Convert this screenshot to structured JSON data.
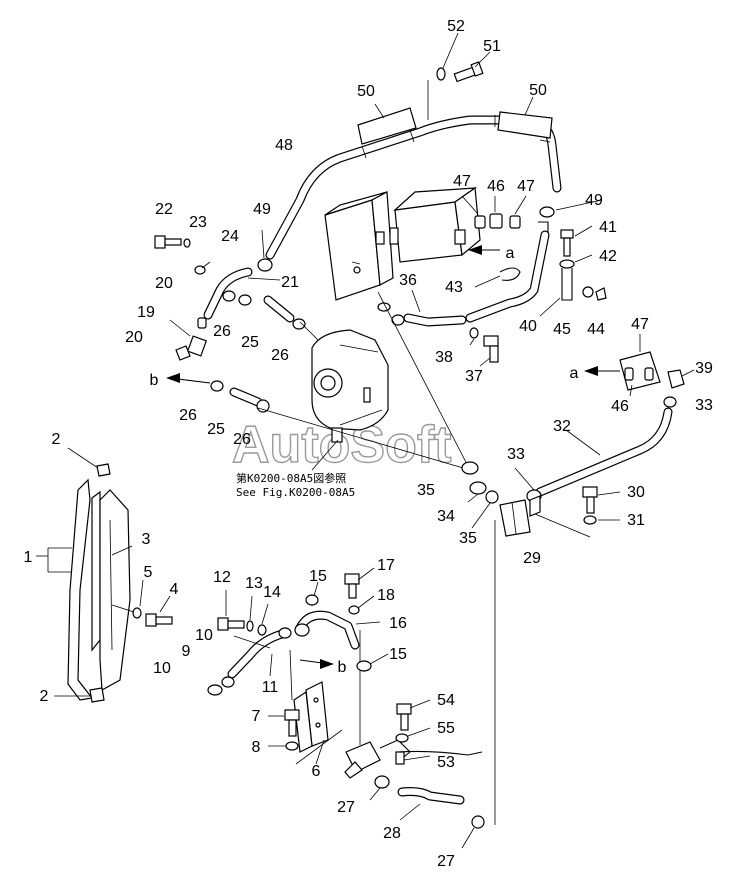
{
  "labels": [
    "1",
    "2",
    "2",
    "3",
    "4",
    "5",
    "6",
    "7",
    "8",
    "9",
    "10",
    "10",
    "11",
    "12",
    "13",
    "14",
    "15",
    "15",
    "16",
    "17",
    "18",
    "19",
    "20",
    "20",
    "21",
    "22",
    "23",
    "24",
    "25",
    "25",
    "26",
    "26",
    "26",
    "26",
    "27",
    "27",
    "28",
    "29",
    "30",
    "31",
    "32",
    "33",
    "33",
    "34",
    "35",
    "35",
    "36",
    "37",
    "38",
    "39",
    "40",
    "41",
    "42",
    "43",
    "44",
    "45",
    "46",
    "46",
    "47",
    "47",
    "47",
    "48",
    "49",
    "49",
    "50",
    "50",
    "51",
    "52",
    "53",
    "54",
    "55"
  ],
  "letters": {
    "a_top": "a",
    "a_right": "a",
    "b_left": "b",
    "b_mid": "b"
  },
  "reference_note": {
    "line1": "第K0200-08A5図参照",
    "line2": "See Fig.K0200-08A5"
  },
  "watermark": "AutoSoft"
}
